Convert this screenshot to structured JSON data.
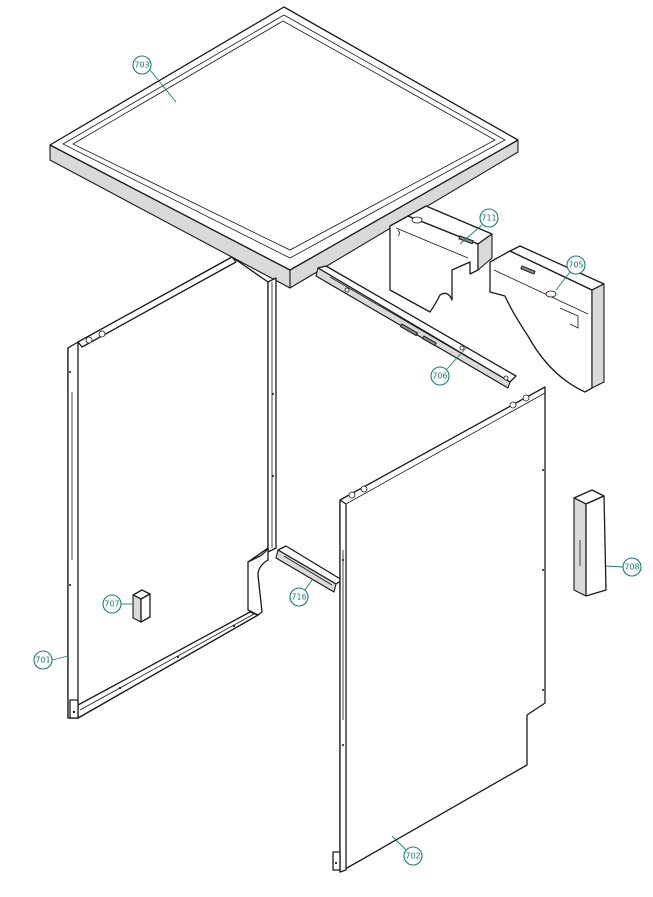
{
  "diagram": {
    "type": "exploded-parts-view",
    "callouts": [
      {
        "id": "701",
        "label": "701"
      },
      {
        "id": "702",
        "label": "702"
      },
      {
        "id": "703",
        "label": "703"
      },
      {
        "id": "705",
        "label": "705"
      },
      {
        "id": "706",
        "label": "706"
      },
      {
        "id": "707",
        "label": "707"
      },
      {
        "id": "708",
        "label": "708"
      },
      {
        "id": "711",
        "label": "711"
      },
      {
        "id": "716",
        "label": "716"
      }
    ],
    "colors": {
      "line": "#1a1a1a",
      "callout": "#1a7a7a",
      "background": "#ffffff"
    }
  }
}
